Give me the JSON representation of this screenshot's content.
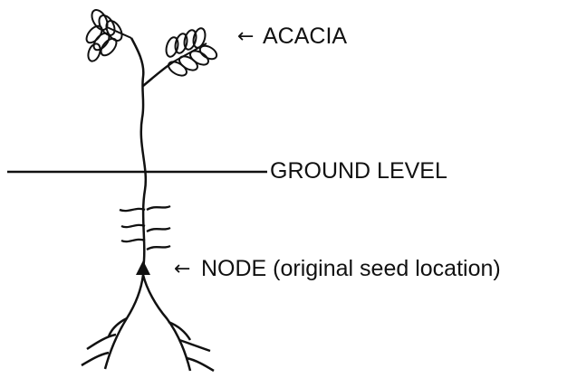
{
  "labels": {
    "acacia": "ACACIA",
    "ground_level": "GROUND LEVEL",
    "node": "NODE  (original seed location)"
  },
  "colors": {
    "ink": "#111111",
    "background": "#ffffff"
  }
}
